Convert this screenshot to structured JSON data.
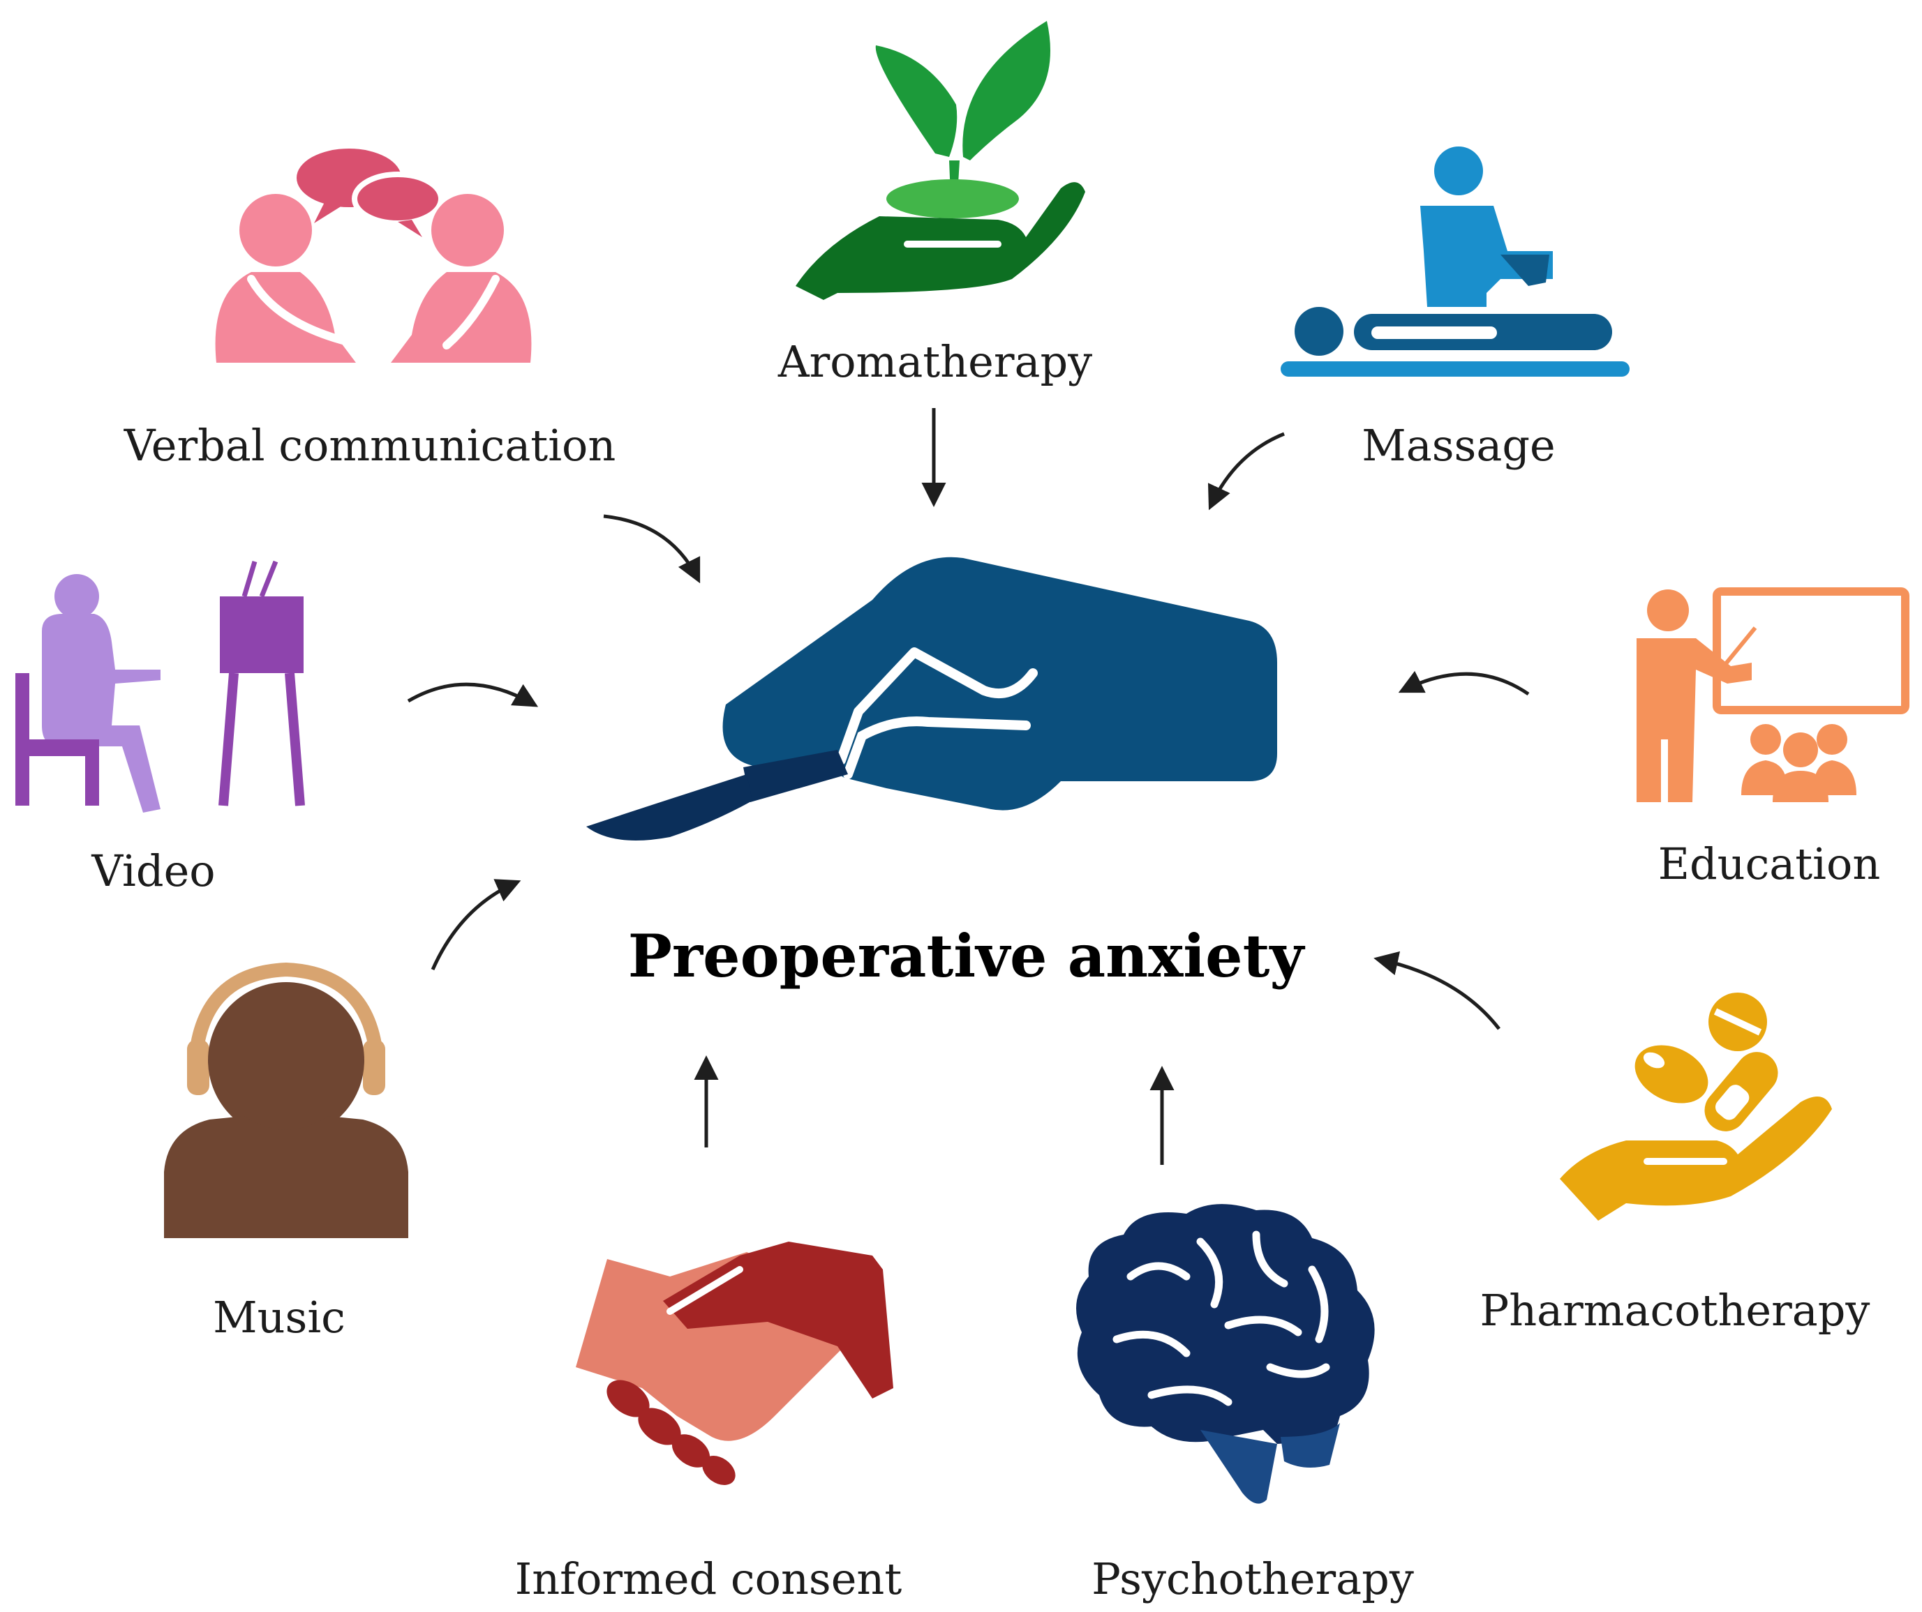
{
  "center": {
    "label": "Preoperative anxiety",
    "icon": "hand-scalpel-icon",
    "color": "#0b4f7d"
  },
  "interventions": [
    {
      "id": "verbal-communication",
      "label": "Verbal communication",
      "icon": "two-people-talking-icon",
      "color": "#f4879a"
    },
    {
      "id": "aromatherapy",
      "label": "Aromatherapy",
      "icon": "plant-in-hand-icon",
      "color": "#1c8a32"
    },
    {
      "id": "massage",
      "label": "Massage",
      "icon": "massage-therapist-icon",
      "color": "#1a8fcc"
    },
    {
      "id": "video",
      "label": "Video",
      "icon": "person-watching-tv-icon",
      "color": "#9b6dc6"
    },
    {
      "id": "education",
      "label": "Education",
      "icon": "teacher-board-icon",
      "color": "#f5925a"
    },
    {
      "id": "music",
      "label": "Music",
      "icon": "person-headphones-icon",
      "color": "#6f4632"
    },
    {
      "id": "pharmacotherapy",
      "label": "Pharmacotherapy",
      "icon": "pills-in-hand-icon",
      "color": "#e9a70e"
    },
    {
      "id": "informed-consent",
      "label": "Informed consent",
      "icon": "handshake-icon",
      "color": "#e4806c"
    },
    {
      "id": "psychotherapy",
      "label": "Psychotherapy",
      "icon": "brain-icon",
      "color": "#0f2c5e"
    }
  ]
}
